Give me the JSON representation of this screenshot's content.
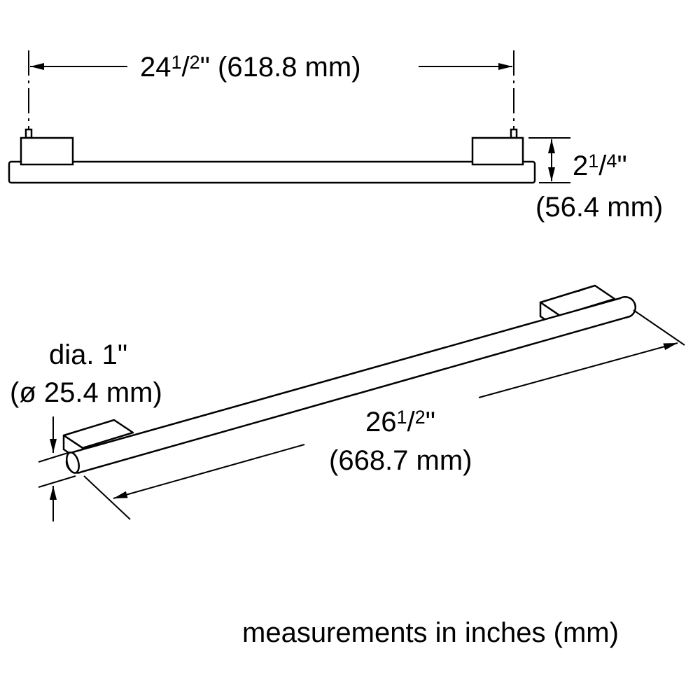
{
  "top_view": {
    "width_dimension": {
      "whole": "24",
      "numerator": "1",
      "denominator": "2",
      "unit_mark": "\"",
      "metric": "(618.8 mm)"
    },
    "height_dimension": {
      "whole": "2",
      "numerator": "1",
      "denominator": "4",
      "unit_mark": "\"",
      "metric": "(56.4 mm)"
    }
  },
  "perspective_view": {
    "diameter_dimension": {
      "imperial": "dia. 1\"",
      "metric": "(ø 25.4 mm)"
    },
    "length_dimension": {
      "whole": "26",
      "numerator": "1",
      "denominator": "2",
      "unit_mark": "\"",
      "metric": "(668.7 mm)"
    }
  },
  "footer": {
    "note": "measurements in inches (mm)"
  },
  "colors": {
    "line": "#000000",
    "background": "#ffffff"
  }
}
